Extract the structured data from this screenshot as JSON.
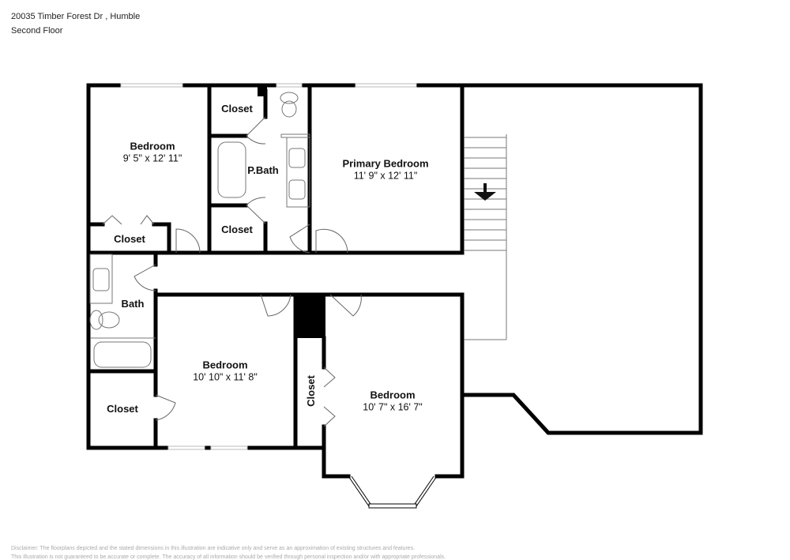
{
  "header": {
    "address": "20035 Timber Forest Dr , Humble",
    "floor": "Second Floor"
  },
  "rooms": {
    "bedroom_nw": {
      "name": "Bedroom",
      "dims": "9' 5\" x 12' 11\""
    },
    "closet_nw": {
      "name": "Closet"
    },
    "closet_pbath_top": {
      "name": "Closet"
    },
    "closet_pbath_bottom": {
      "name": "Closet"
    },
    "pbath": {
      "name": "P.Bath"
    },
    "primary_bedroom": {
      "name": "Primary Bedroom",
      "dims": "11' 9\" x 12' 11\""
    },
    "bath": {
      "name": "Bath"
    },
    "closet_sw": {
      "name": "Closet"
    },
    "bedroom_sw": {
      "name": "Bedroom",
      "dims": "10' 10\" x 11' 8\""
    },
    "closet_mid": {
      "name": "Closet"
    },
    "bedroom_se": {
      "name": "Bedroom",
      "dims": "10' 7\" x 16' 7\""
    }
  },
  "icons": {
    "stairs_arrow": "down-arrow"
  },
  "colors": {
    "wall": "#000000",
    "window": "#bbbbbb",
    "fixture": "#777777",
    "disclaimer": "#aaaaaa"
  },
  "disclaimer": {
    "line1": "Disclaimer: The floorplans depicted and the stated dimensions in this illustration are indicative only and serve as an approximation of existing structures and features.",
    "line2": "This illustration is not guaranteed to be accurate or complete. The accuracy of all information should be verified through personal inspection and/or with appropriate professionals."
  }
}
